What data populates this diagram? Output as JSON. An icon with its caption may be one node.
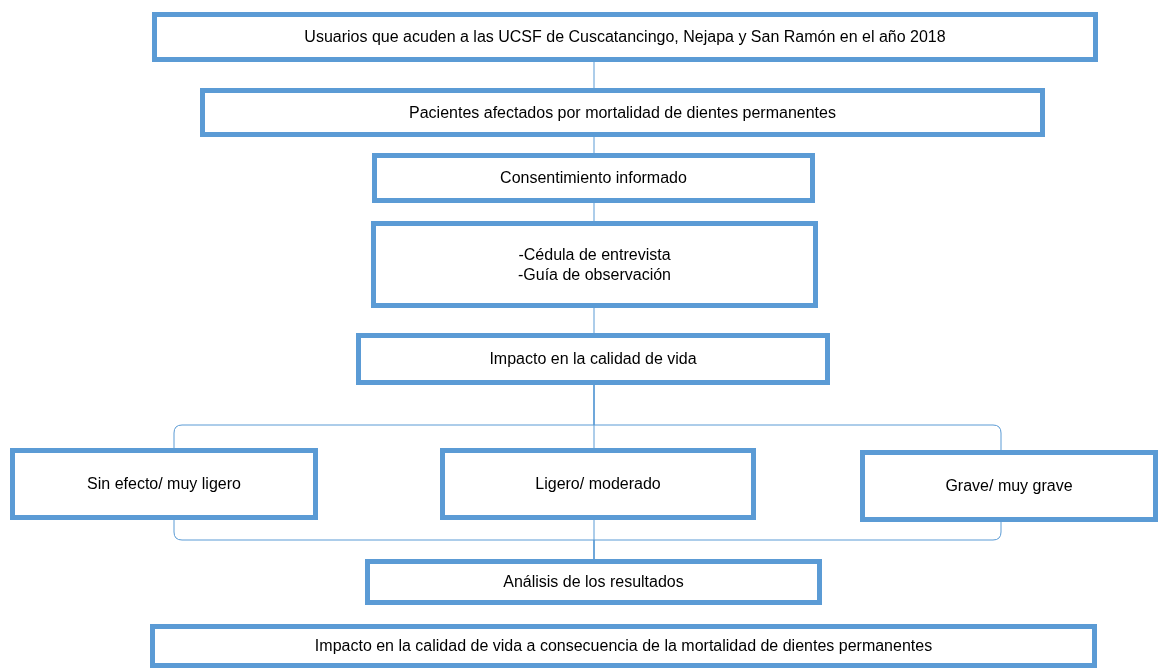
{
  "diagram": {
    "nodes": [
      {
        "text": [
          "Usuarios que acuden a las UCSF de Cuscatancingo, Nejapa y San Ramón en el año 2018"
        ]
      },
      {
        "text": [
          "Pacientes afectados por mortalidad de dientes permanentes"
        ]
      },
      {
        "text": [
          "Consentimiento informado"
        ]
      },
      {
        "text": [
          "-Cédula de entrevista",
          "-Guía de observación"
        ]
      },
      {
        "text": [
          "Impacto en la calidad de vida"
        ]
      },
      {
        "text": [
          "Sin efecto/ muy ligero"
        ]
      },
      {
        "text": [
          "Ligero/ moderado"
        ]
      },
      {
        "text": [
          "Grave/ muy grave"
        ]
      },
      {
        "text": [
          "Análisis de los resultados"
        ]
      },
      {
        "text": [
          "Impacto en la calidad de vida a consecuencia de la mortalidad de dientes permanentes"
        ]
      }
    ],
    "edges": [
      {
        "from": 0,
        "to": 1,
        "arrow": "none"
      },
      {
        "from": 1,
        "to": 2,
        "arrow": "none"
      },
      {
        "from": 2,
        "to": 3,
        "arrow": "none"
      },
      {
        "from": 3,
        "to": 4,
        "arrow": "none"
      },
      {
        "from": 4,
        "to": 5,
        "arrow": "none"
      },
      {
        "from": 4,
        "to": 6,
        "arrow": "none"
      },
      {
        "from": 4,
        "to": 7,
        "arrow": "none"
      },
      {
        "from": 5,
        "to": 8,
        "arrow": "none"
      },
      {
        "from": 6,
        "to": 8,
        "arrow": "none"
      },
      {
        "from": 7,
        "to": 8,
        "arrow": "none"
      }
    ]
  }
}
